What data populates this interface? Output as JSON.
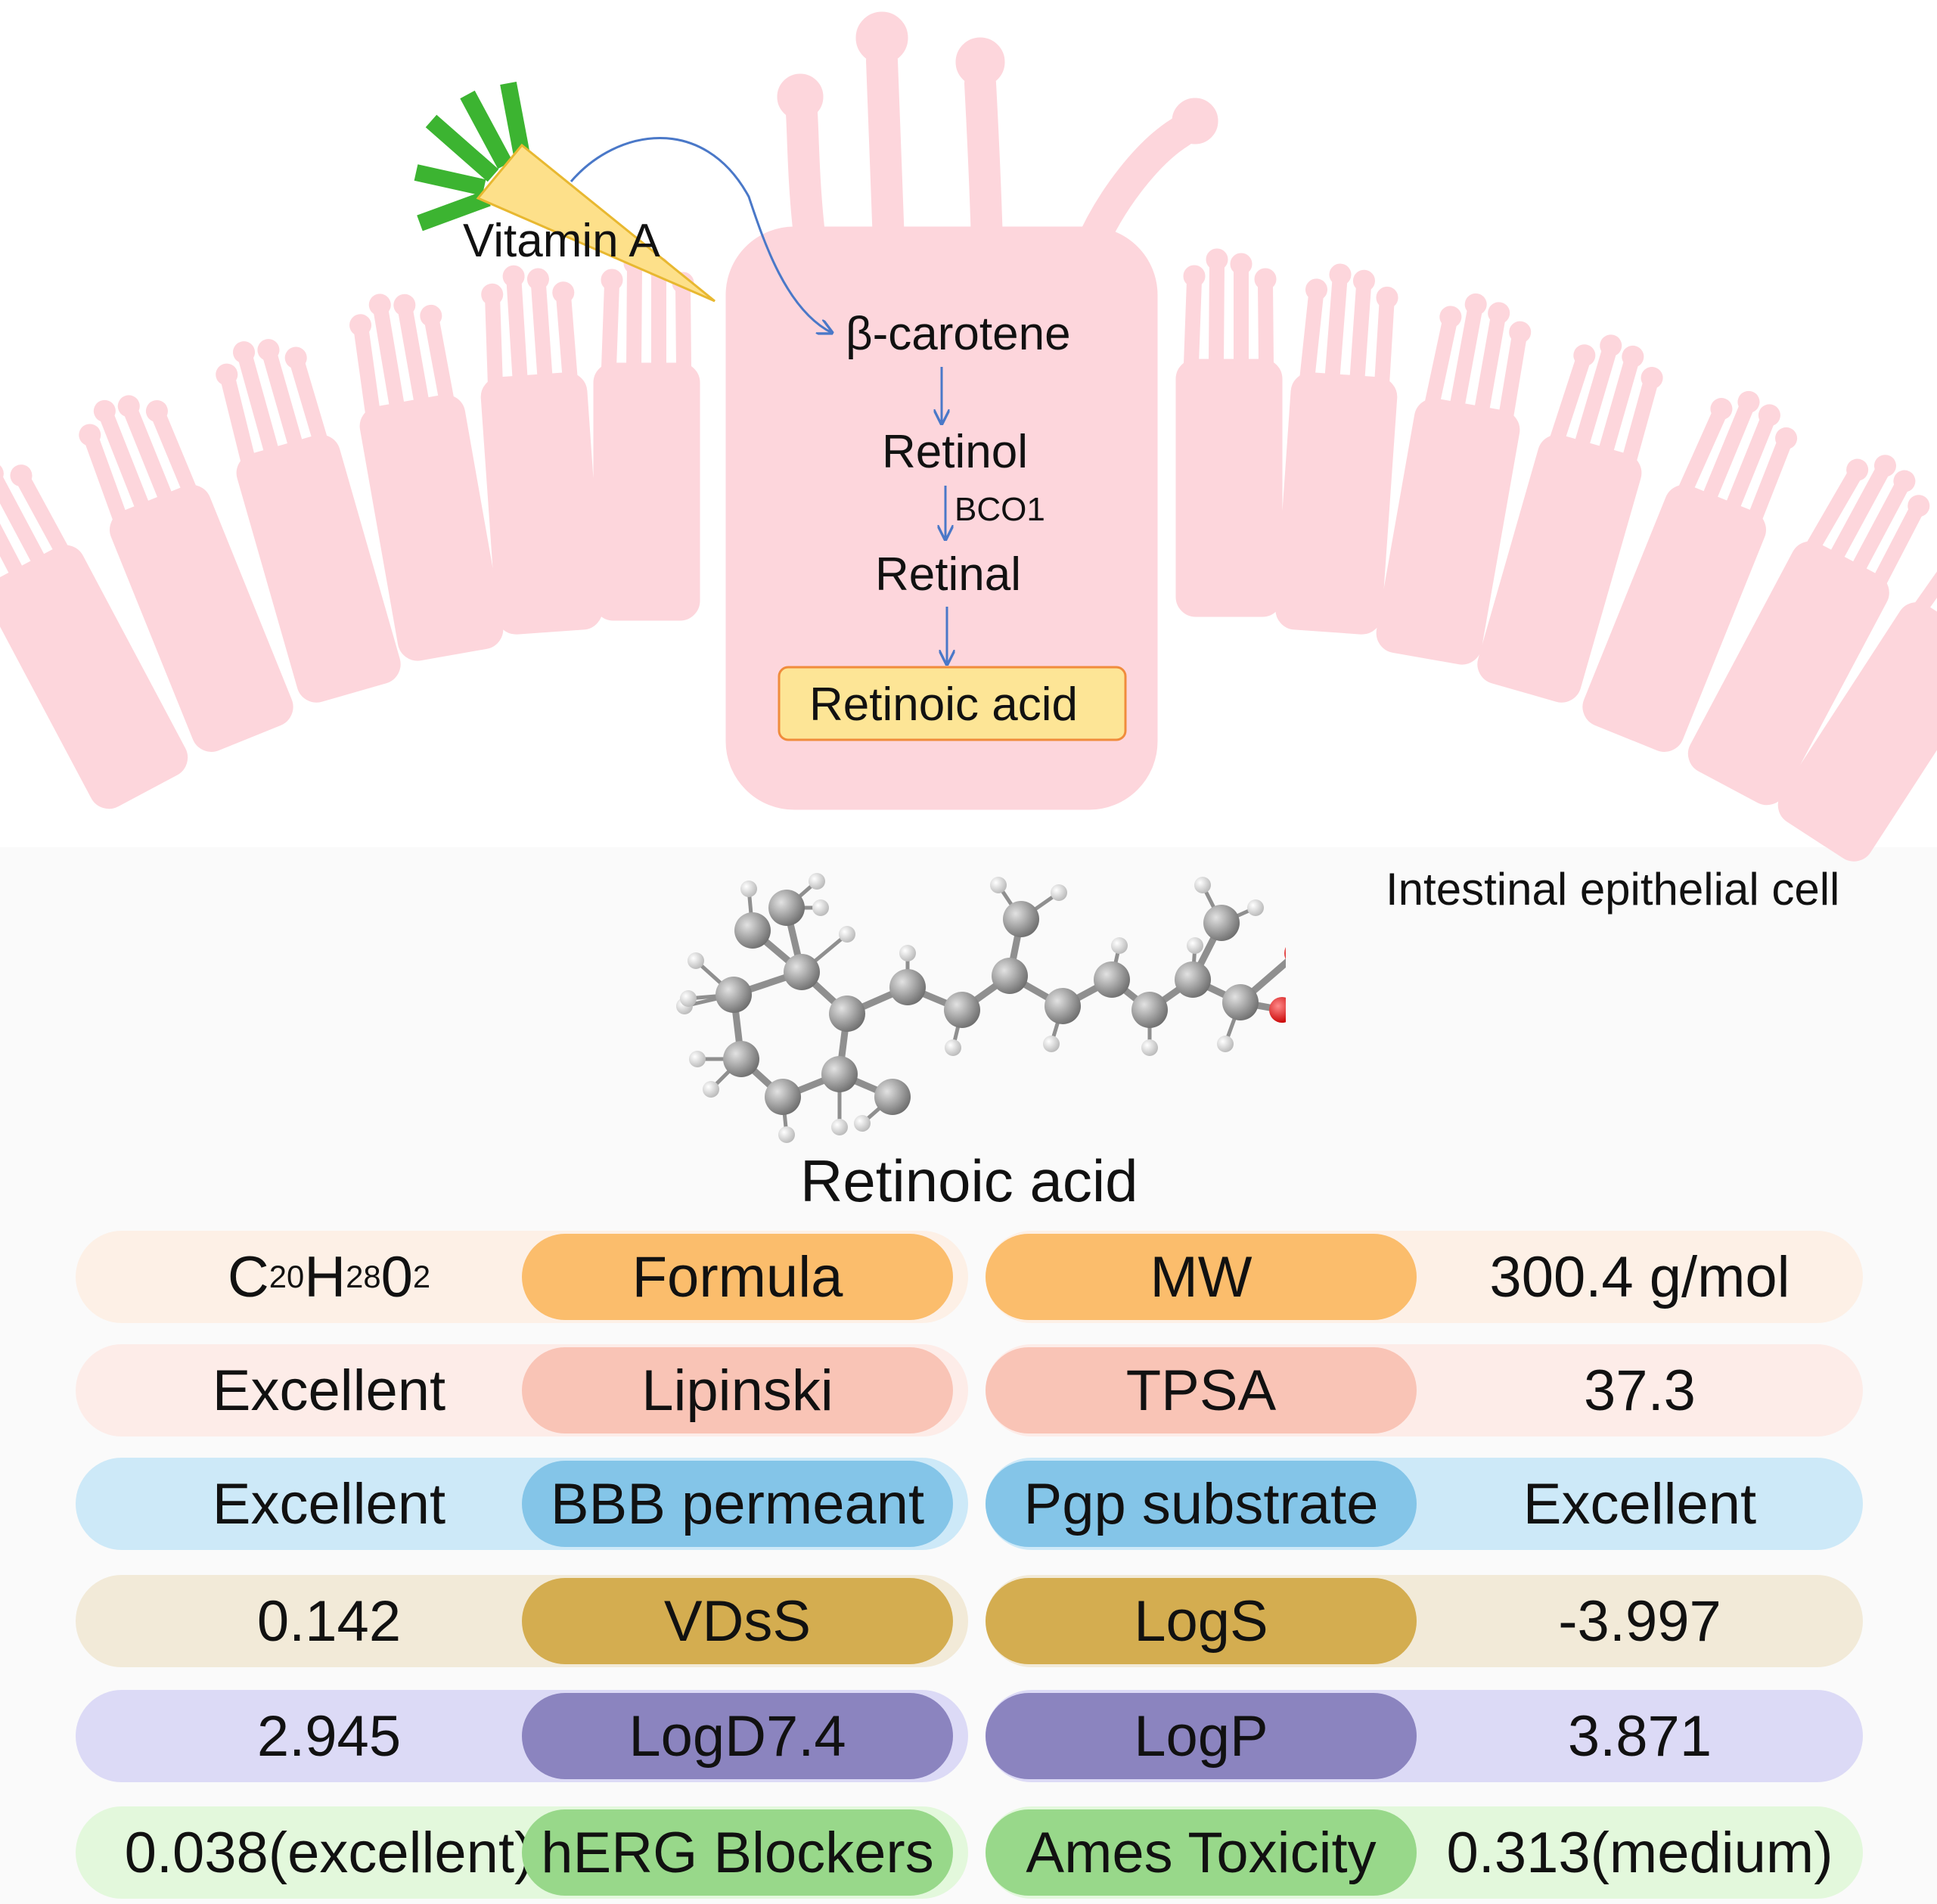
{
  "colors": {
    "cell": "#fdd6dc",
    "arrow": "#4a78c8",
    "carrot_body": "#fde08a",
    "carrot_leaf": "#3cb431",
    "highlight_box": "#fde596",
    "highlight_border": "#f08c3c"
  },
  "pathway": {
    "source": "Vitamin A",
    "steps": [
      "β-carotene",
      "Retinol",
      "Retinal",
      "Retinoic acid"
    ],
    "enzyme": "BCO1"
  },
  "cell_label": "Intestinal epithelial cell",
  "molecule_name": "Retinoic acid",
  "properties": [
    {
      "left_value": "C",
      "left_value_parts": [
        "C",
        "20",
        "H",
        "28",
        "0",
        "2"
      ],
      "left_label": "Formula",
      "right_label": "MW",
      "right_value": "300.4 g/mol",
      "bg_color": "#fdf0e6",
      "pill_color": "#fbbd6c"
    },
    {
      "left_value": "Excellent",
      "left_label": "Lipinski",
      "right_label": "TPSA",
      "right_value": "37.3",
      "bg_color": "#fdece8",
      "pill_color": "#f9c4b6"
    },
    {
      "left_value": "Excellent",
      "left_label": "BBB permeant",
      "right_label": "Pgp substrate",
      "right_value": "Excellent",
      "bg_color": "#cde9f8",
      "pill_color": "#84c5e8"
    },
    {
      "left_value": "0.142",
      "left_label": "VDsS",
      "right_label": "LogS",
      "right_value": "-3.997",
      "bg_color": "#f2ead8",
      "pill_color": "#d4ad50"
    },
    {
      "left_value": "2.945",
      "left_label": "LogD7.4",
      "right_label": "LogP",
      "right_value": "3.871",
      "bg_color": "#dcdaf6",
      "pill_color": "#8b84bf"
    },
    {
      "left_value": "0.038(excellent)",
      "left_label": "hERG Blockers",
      "right_label": "Ames Toxicity",
      "right_value": "0.313(medium)",
      "bg_color": "#e3f8dc",
      "pill_color": "#98d88a"
    }
  ]
}
